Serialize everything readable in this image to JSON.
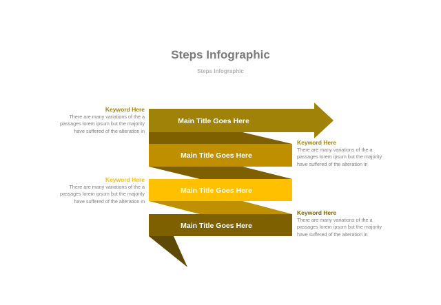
{
  "header": {
    "title": "Steps Infographic",
    "subtitle": "Steps Infographic"
  },
  "colors": {
    "step1": "#A08209",
    "step2": "#C08F00",
    "step3": "#FFC000",
    "step4": "#7F6000",
    "fold_dark": "#7F6000",
    "fold_mid": "#BF9000",
    "tail": "#5E4A06"
  },
  "steps": [
    {
      "title": "Main Title Goes Here"
    },
    {
      "title": "Main Title Goes Here"
    },
    {
      "title": "Main Title Goes Here"
    },
    {
      "title": "Main Title Goes Here"
    }
  ],
  "notes": [
    {
      "keyword": "Keyword Here",
      "text": "There are many variations of the a passages lorem ipsum but the majority have suffered  of the alteration in",
      "color": "#A08209"
    },
    {
      "keyword": "Keyword Here",
      "text": "There are many variations of the a passages lorem ipsum but the majority have suffered  of the alteration in",
      "color": "#A08209"
    },
    {
      "keyword": "Keyword Here",
      "text": "There are many variations of the a passages lorem ipsum but the majority have suffered  of the alteration in",
      "color": "#FFC000"
    },
    {
      "keyword": "Keyword Here",
      "text": "There are many variations of the a passages lorem ipsum but the majority have suffered  of the alteration in",
      "color": "#7F6000"
    }
  ]
}
